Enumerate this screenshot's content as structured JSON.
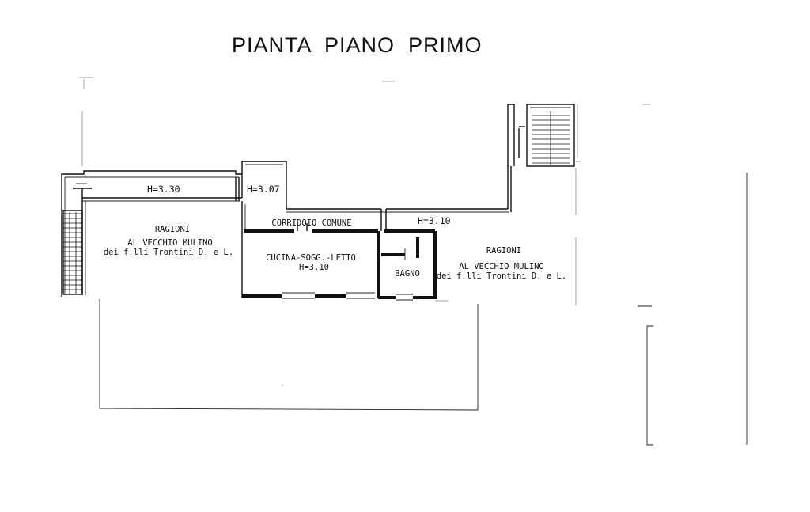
{
  "title": "PIANTA  PIANO  PRIMO",
  "heights": {
    "left_wing": "H=3.30",
    "connector": "H=3.07",
    "east_corridor": "H=3.10"
  },
  "rooms": {
    "left_owner": {
      "line1": "RAGIONI",
      "line2": "AL VECCHIO MULINO",
      "line3": "dei f.lli Trontini D. e L."
    },
    "corridor": "CORRIDOIO COMUNE",
    "kitchen": {
      "line1": "CUCINA-SOGG.-LETTO",
      "line2": "H=3.10"
    },
    "bath": "BAGNO",
    "right_owner": {
      "line1": "RAGIONI",
      "line2": "AL VECCHIO MULINO",
      "line3": "dei f.lli Trontini D. e L."
    }
  },
  "colors": {
    "ink": "#111111",
    "paper": "#ffffff"
  }
}
